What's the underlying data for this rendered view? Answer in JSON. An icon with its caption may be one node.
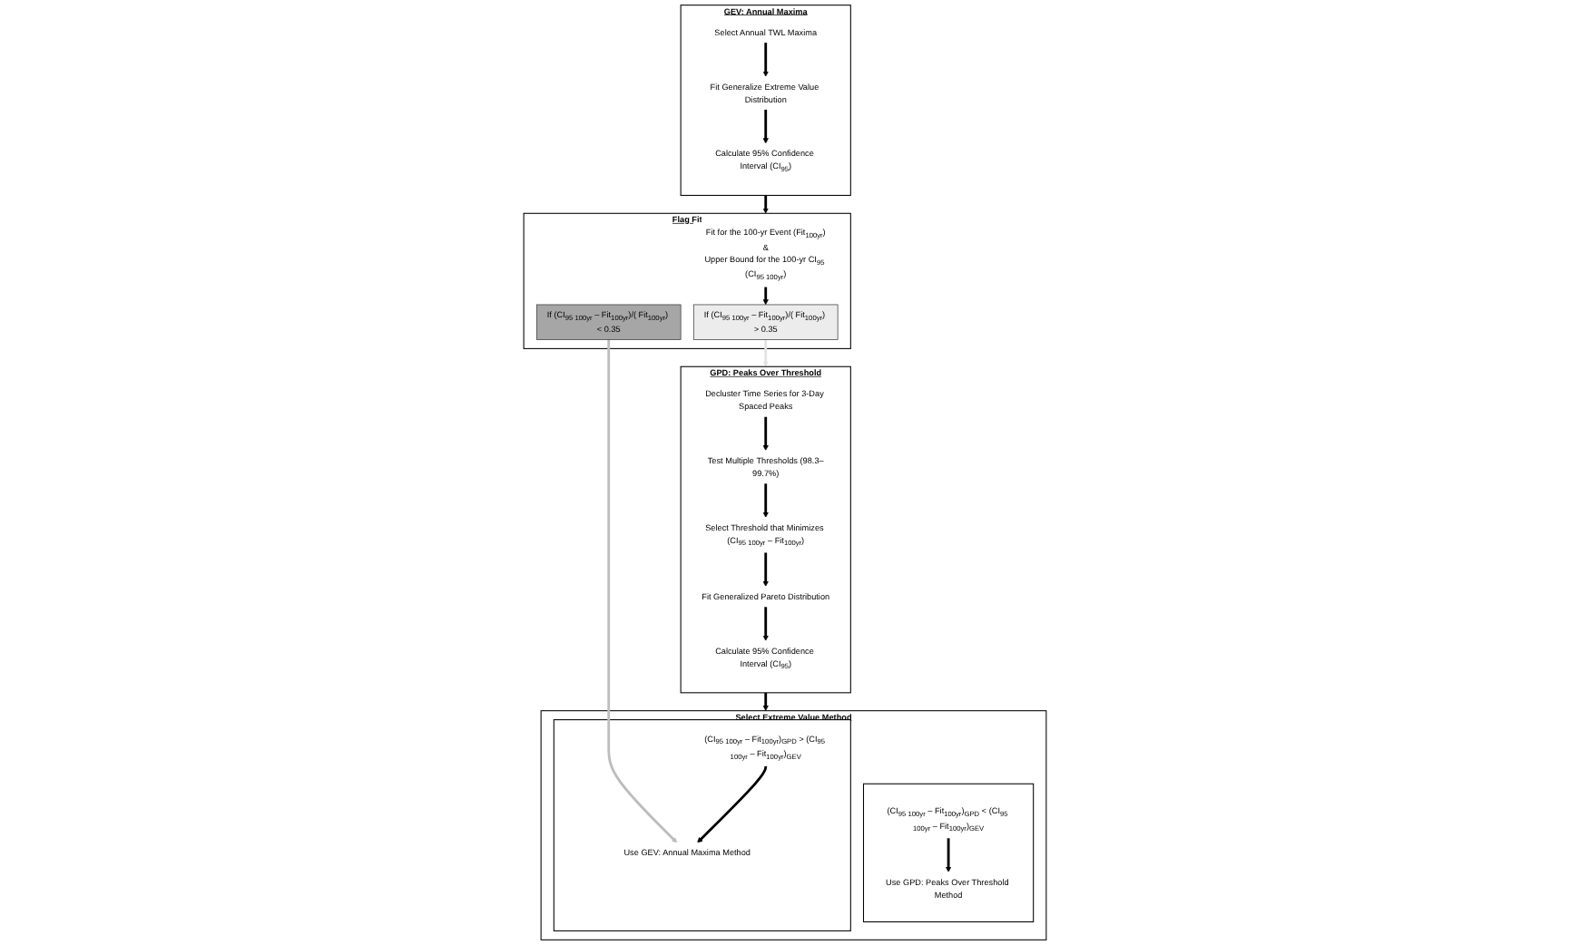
{
  "diagram": {
    "nodes": [
      {
        "text": [
          "GEV: Annual Maxima"
        ]
      },
      {
        "text": [
          "Select Annual TWL Maxima"
        ],
        "in": 0
      },
      {
        "text": [
          "Fit Generalize Extreme Value Distribution"
        ],
        "in": 0
      },
      {
        "text": [
          "Calculate 95% Confidence Interval (CI$_{95}$)"
        ],
        "in": 0
      },
      {
        "text": [
          "Flag Fit"
        ]
      },
      {
        "text": [
          "Fit for the 100-yr Event (Fit$_{100yr}$)",
          "&",
          "Upper Bound for the 100-yr CI$_{95}$ (CI$_{95 100yr}$)"
        ],
        "in": 4
      },
      {
        "text": [
          "If (CI$_{95 100yr}$ – Fit$_{100yr}$)/( Fit$_{100yr}$) > 0.35"
        ],
        "in": 4
      },
      {
        "text": [
          "If (CI$_{95 100yr}$ – Fit$_{100yr}$)/( Fit$_{100yr}$) < 0.35"
        ],
        "in": 4
      },
      {
        "text": [
          "GPD: Peaks Over Threshold"
        ]
      },
      {
        "text": [
          "Decluster Time Series for 3-Day Spaced Peaks"
        ],
        "in": 8
      },
      {
        "text": [
          "Test Multiple Thresholds (98.3–99.7%)"
        ],
        "in": 8
      },
      {
        "text": [
          "Select Threshold that Minimizes (CI$_{95 100yr}$ – Fit$_{100yr}$)"
        ],
        "in": 8
      },
      {
        "text": [
          "Fit Generalized Pareto Distribution"
        ],
        "in": 8
      },
      {
        "text": [
          "Calculate 95% Confidence Interval (CI$_{95}$)"
        ],
        "in": 8
      },
      {
        "text": [
          "Select Extreme Value Method"
        ]
      },
      {
        "text": [],
        "shape": "box",
        "in": 14
      },
      {
        "text": [
          "(CI$_{95 100yr}$ – Fit$_{100yr}$)$_{GPD}$ < (CI$_{95 100yr}$ – Fit$_{100yr}$)$_{GEV}$"
        ],
        "in": 15
      },
      {
        "text": [
          "Use GPD: Peaks Over Threshold Method"
        ],
        "in": 15
      },
      {
        "text": [],
        "shape": "box",
        "in": 14
      },
      {
        "text": [
          "(CI$_{95 100yr}$ – Fit$_{100yr}$)$_{GPD}$ > (CI$_{95 100yr}$ – Fit$_{100yr}$)$_{GEV}$"
        ],
        "in": 18
      },
      {
        "text": [
          "Use GEV: Annual Maxima Method"
        ],
        "in": 18
      }
    ],
    "edges": [
      {
        "from": 1,
        "to": 2,
        "arrow": "to"
      },
      {
        "from": 2,
        "to": 3,
        "arrow": "to"
      },
      {
        "from": 0,
        "to": 4,
        "arrow": "to"
      },
      {
        "from": 5,
        "to": 6,
        "arrow": "to"
      },
      {
        "from": 6,
        "to": 8,
        "arrow": "to",
        "color": "#e3e3e3"
      },
      {
        "from": 7,
        "to": 20,
        "arrow": "to",
        "color": "#bdbdbd"
      },
      {
        "from": 9,
        "to": 10,
        "arrow": "to"
      },
      {
        "from": 10,
        "to": 11,
        "arrow": "to"
      },
      {
        "from": 11,
        "to": 12,
        "arrow": "to"
      },
      {
        "from": 12,
        "to": 13,
        "arrow": "to"
      },
      {
        "from": 8,
        "to": 14,
        "arrow": "to"
      },
      {
        "from": 16,
        "to": 17,
        "arrow": "to"
      },
      {
        "from": 19,
        "to": 20,
        "arrow": "to"
      }
    ]
  }
}
